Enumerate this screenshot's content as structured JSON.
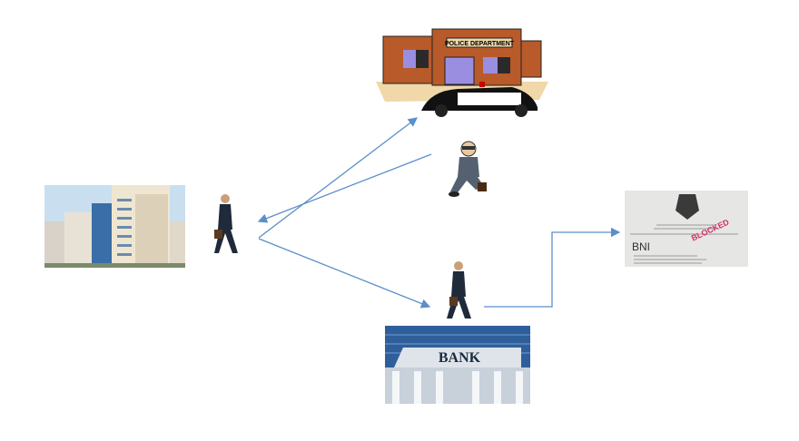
{
  "police": {
    "sign": "POLICE DEPARTMENT"
  },
  "bank": {
    "sign": "BANK"
  },
  "document": {
    "logo": "BNI",
    "stamp": "BLOCKED"
  },
  "colors": {
    "arrow": "#5b8fc9",
    "brick": "#b85a2a",
    "glass": "#2f5f9a"
  }
}
